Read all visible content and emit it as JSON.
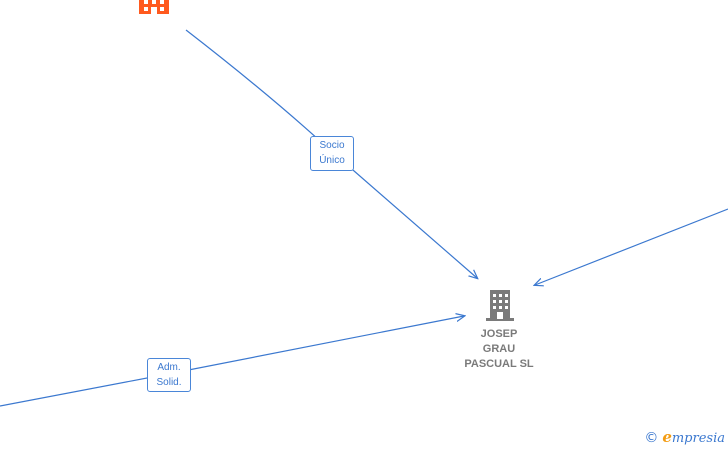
{
  "diagram": {
    "colors": {
      "edge": "#3b78cf",
      "main_node": "#7a7a7a",
      "partner_node": "#ff5a1f"
    },
    "nodes": {
      "main": {
        "icon": "building-icon",
        "name_lines": [
          "JOSEP",
          "GRAU",
          "PASCUAL SL"
        ]
      },
      "top_partner": {
        "icon": "building-icon"
      }
    },
    "edges": {
      "socio": {
        "label_lines": [
          "Socio",
          "Único"
        ]
      },
      "adm": {
        "label_lines": [
          "Adm.",
          "Solid."
        ]
      }
    }
  },
  "watermark": {
    "symbol": "©",
    "brand_first": "e",
    "brand_rest": "mpresia"
  }
}
